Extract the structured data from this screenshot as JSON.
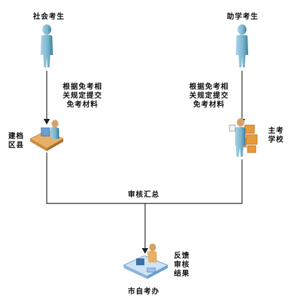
{
  "actors": {
    "social_candidate": "社会考生",
    "assisted_candidate": "助学考生",
    "district_office": [
      "建档",
      "区县"
    ],
    "host_school": [
      "主考",
      "学校"
    ],
    "city_office": "市自考办"
  },
  "notes": {
    "left_submit": [
      "根据免考相",
      "关规定提交",
      "免考材料"
    ],
    "right_submit": [
      "根据免考相",
      "关规定提交",
      "免考材料"
    ],
    "merge": "审核汇总",
    "feedback": [
      "反馈",
      "审核",
      "结果"
    ]
  },
  "colors": {
    "person": "#7fb7d0",
    "person_dark": "#3f7f9c",
    "desk": "#e8b066",
    "box": "#e89a3a",
    "device": "#6a9fd6",
    "line": "#222222"
  },
  "icons": {
    "social_candidate": "person-icon",
    "assisted_candidate": "person-icon",
    "district_office": "person-at-desk-icon",
    "host_school": "person-with-boxes-icon",
    "city_office": "person-at-terminal-icon"
  }
}
